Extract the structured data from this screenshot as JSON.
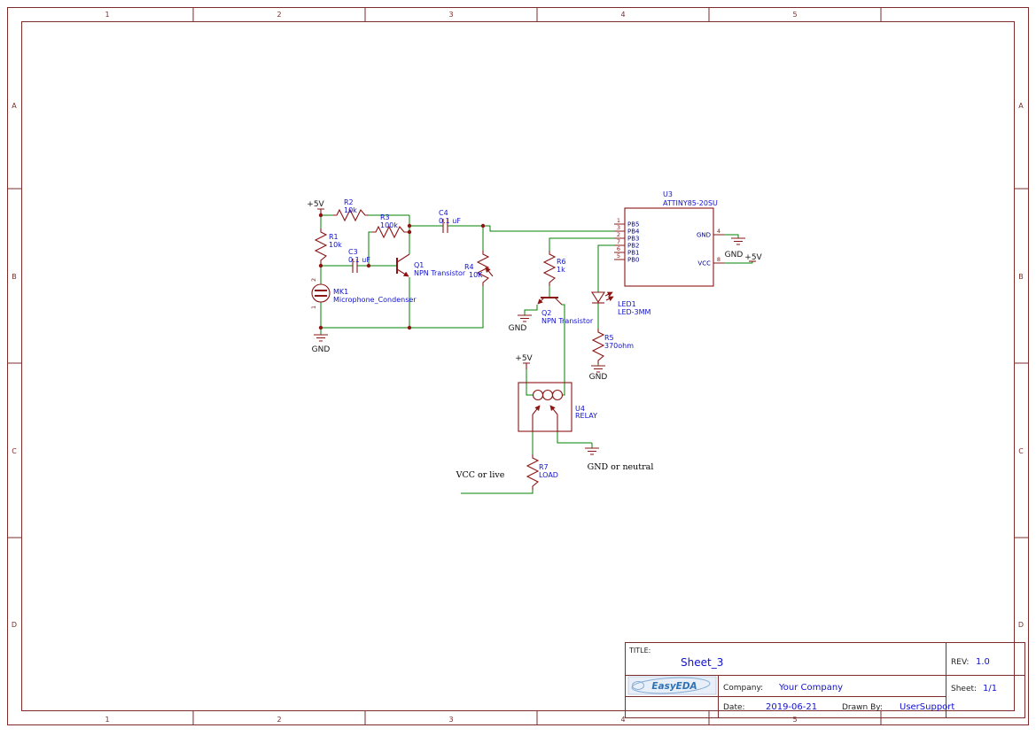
{
  "frame": {
    "cols": [
      "1",
      "2",
      "3",
      "4",
      "5"
    ],
    "rows": [
      "A",
      "B",
      "C",
      "D"
    ]
  },
  "power": {
    "plus5v": "+5V",
    "gnd": "GND"
  },
  "net_labels": {
    "vcc_live": "VCC or live",
    "gnd_neutral": "GND or neutral"
  },
  "components": {
    "r1": {
      "ref": "R1",
      "value": "10k"
    },
    "r2": {
      "ref": "R2",
      "value": "10k"
    },
    "r3": {
      "ref": "R3",
      "value": "100k"
    },
    "r4": {
      "ref": "R4",
      "value": "10K"
    },
    "r5": {
      "ref": "R5",
      "value": "370ohm"
    },
    "r6": {
      "ref": "R6",
      "value": "1k"
    },
    "r7": {
      "ref": "R7",
      "value": "LOAD"
    },
    "c3": {
      "ref": "C3",
      "value": "0.1 uF"
    },
    "c4": {
      "ref": "C4",
      "value": "0.1 uF"
    },
    "q1": {
      "ref": "Q1",
      "value": "NPN Transistor"
    },
    "q2": {
      "ref": "Q2",
      "value": "NPN Transistor"
    },
    "mk1": {
      "ref": "MK1",
      "value": "Microphone_Condenser",
      "pins": [
        "2",
        "1"
      ]
    },
    "led1": {
      "ref": "LED1",
      "value": "LED-3MM"
    },
    "u3": {
      "ref": "U3",
      "value": "ATTINY85-20SU",
      "left_pins": [
        {
          "num": "1",
          "name": "PB5"
        },
        {
          "num": "3",
          "name": "PB4"
        },
        {
          "num": "2",
          "name": "PB3"
        },
        {
          "num": "7",
          "name": "PB2"
        },
        {
          "num": "6",
          "name": "PB1"
        },
        {
          "num": "5",
          "name": "PB0"
        }
      ],
      "right_pins": [
        {
          "num": "4",
          "name": "GND"
        },
        {
          "num": "8",
          "name": "VCC"
        }
      ]
    },
    "u4": {
      "ref": "U4",
      "value": "RELAY"
    }
  },
  "title_block": {
    "title_label": "TITLE:",
    "title": "Sheet_3",
    "rev_label": "REV:",
    "rev": "1.0",
    "company_label": "Company:",
    "company": "Your Company",
    "sheet_label": "Sheet:",
    "sheet": "1/1",
    "date_label": "Date:",
    "date": "2019-06-21",
    "drawn_by_label": "Drawn By:",
    "drawn_by": "UserSupport",
    "logo": "EasyEDA"
  },
  "colors": {
    "frame": "#7d2b2b",
    "symbol": "#8b1515",
    "wire": "#008000",
    "label": "#1111cc",
    "pin_name": "#00008b",
    "net_text": "#151515"
  }
}
